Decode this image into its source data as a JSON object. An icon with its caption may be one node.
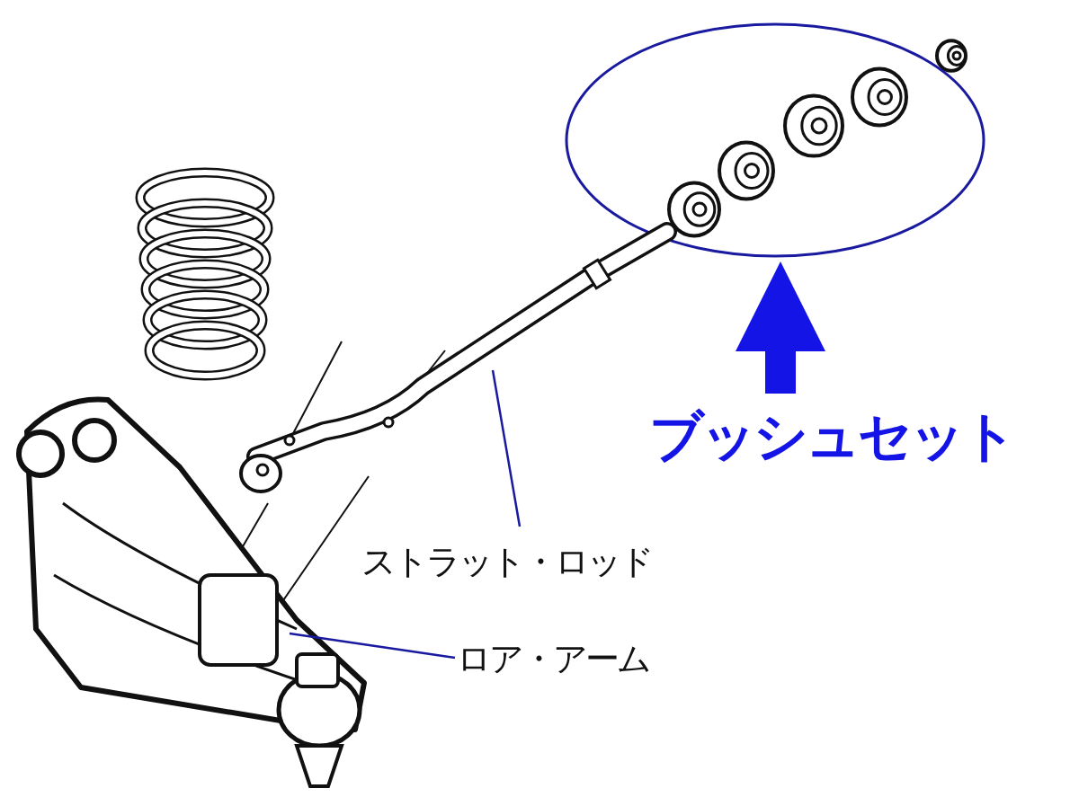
{
  "diagram": {
    "nodes": [
      {
        "text": [],
        "shape": "ellipse"
      },
      {
        "text": [
          "ブッシュセット"
        ]
      },
      {
        "text": [
          "ストラット・ロッド"
        ]
      },
      {
        "text": [],
        "shape": "picture"
      },
      {
        "text": [
          "ロア・アーム"
        ]
      },
      {
        "text": [],
        "shape": "picture"
      }
    ],
    "edges": [
      {
        "from": 1,
        "to": 0,
        "arrow": "to",
        "style": "thick",
        "color": "#1414e6"
      },
      {
        "from": 2,
        "to": 3,
        "arrow": "none",
        "color": "#1a1aa0"
      },
      {
        "from": 4,
        "to": 5,
        "arrow": "none",
        "color": "#1a1aa0"
      }
    ]
  }
}
